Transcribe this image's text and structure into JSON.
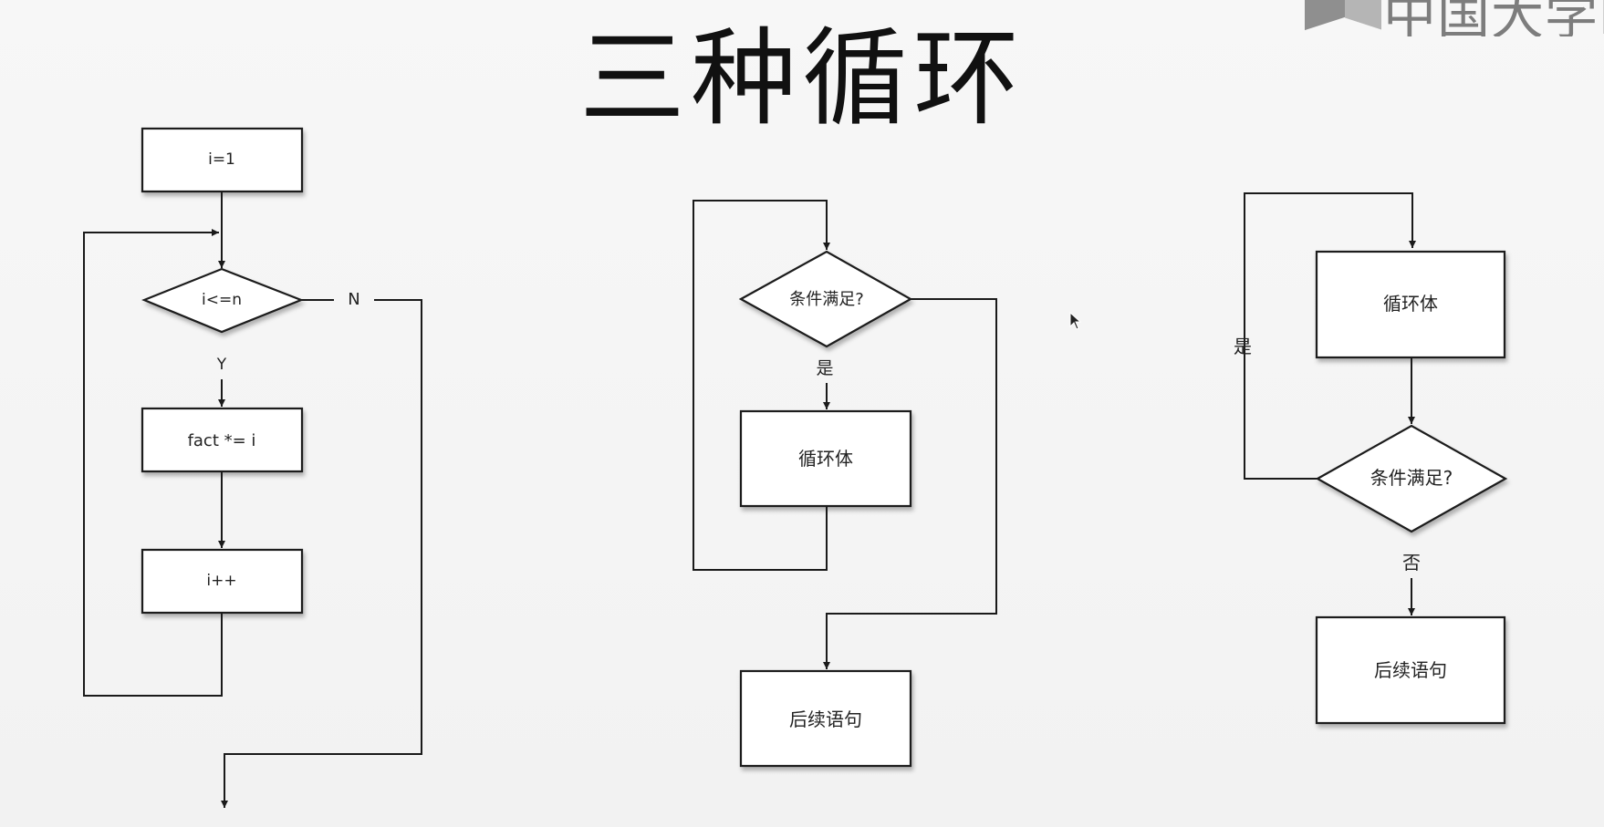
{
  "title": "三种循环",
  "logo": {
    "text": "中国大学MOOC"
  },
  "diagrams": {
    "for_loop": {
      "init": "i=1",
      "condition": "i<=n",
      "yes_label": "Y",
      "no_label": "N",
      "body": "fact *= i",
      "increment": "i++"
    },
    "while_loop": {
      "condition": "条件满足?",
      "yes_label": "是",
      "body": "循环体",
      "after": "后续语句"
    },
    "do_while_loop": {
      "body": "循环体",
      "condition": "条件满足?",
      "yes_label": "是",
      "no_label": "否",
      "after": "后续语句"
    }
  }
}
